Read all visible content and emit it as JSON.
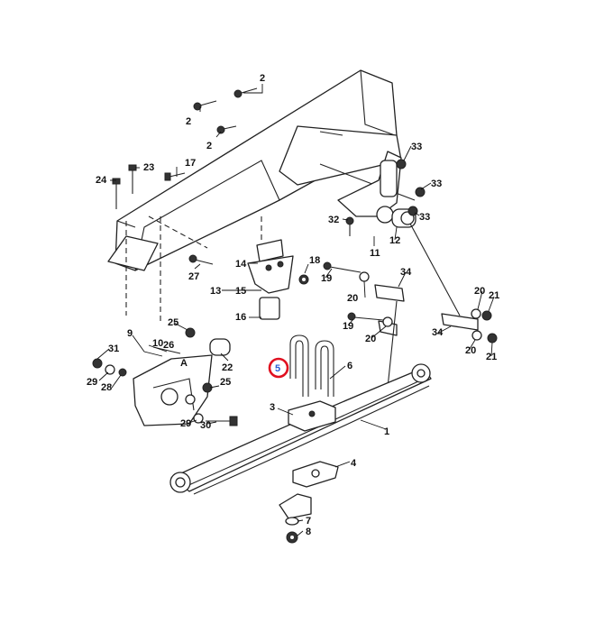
{
  "callouts": {
    "c1": "1",
    "c2a": "2",
    "c2b": "2",
    "c2c": "2",
    "c3": "3",
    "c4": "4",
    "c5": "5",
    "c6": "6",
    "c7": "7",
    "c8": "8",
    "c9": "9",
    "c10": "10",
    "c11": "11",
    "c12": "12",
    "c13": "13",
    "c14": "14",
    "c15": "15",
    "c16": "16",
    "c17": "17",
    "c18": "18",
    "c19a": "19",
    "c19b": "19",
    "c20a": "20",
    "c20b": "20",
    "c20c": "20",
    "c20d": "20",
    "c21a": "21",
    "c21b": "21",
    "c22": "22",
    "c23": "23",
    "c24": "24",
    "c25a": "25",
    "c25b": "25",
    "c26": "26",
    "c27": "27",
    "c28": "28",
    "c29a": "29",
    "c29b": "29",
    "c30": "30",
    "c31": "31",
    "c32": "32",
    "c33a": "33",
    "c33b": "33",
    "c33c": "33",
    "c34a": "34",
    "c34b": "34",
    "cA": "A"
  },
  "highlight": {
    "callout": "5",
    "color": "#e01020",
    "text_color": "#2a5fd6"
  }
}
